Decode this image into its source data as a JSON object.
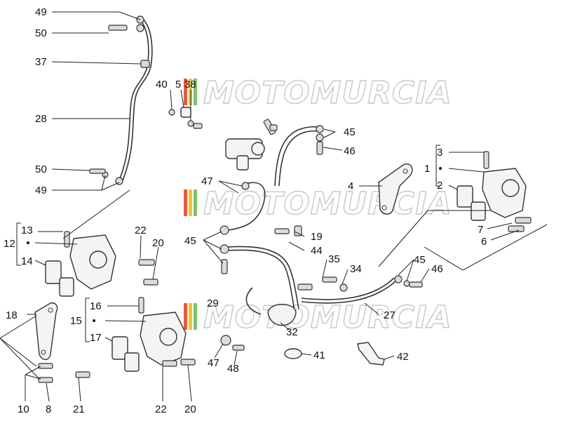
{
  "watermark": "MOTOMURCIA",
  "colors": {
    "line": "#222222",
    "watermark_stroke": "#c8c8c8",
    "stripe_red": "#e85a3c",
    "stripe_yellow": "#f2c230",
    "stripe_green": "#7cc46a"
  },
  "labels": {
    "l49a": "49",
    "l50a": "50",
    "l37": "37",
    "l28": "28",
    "l50b": "50",
    "l49b": "49",
    "l40": "40",
    "l5": "5",
    "l38": "38",
    "l45a": "45",
    "l46a": "46",
    "l3": "3",
    "l1": "1",
    "l2": "2",
    "l7": "7",
    "l6": "6",
    "l47a": "47",
    "l4": "4",
    "l13": "13",
    "l12": "12",
    "l14": "14",
    "l22a": "22",
    "l20a": "20",
    "l45b": "45",
    "l19": "19",
    "l44": "44",
    "l35": "35",
    "l34": "34",
    "l45c": "45",
    "l46b": "46",
    "l18": "18",
    "l16": "16",
    "l15": "15",
    "l17": "17",
    "l29": "29",
    "l32": "32",
    "l27": "27",
    "l47b": "47",
    "l48": "48",
    "l41": "41",
    "l42": "42",
    "l10": "10",
    "l8": "8",
    "l21": "21",
    "l22b": "22",
    "l20b": "20"
  }
}
